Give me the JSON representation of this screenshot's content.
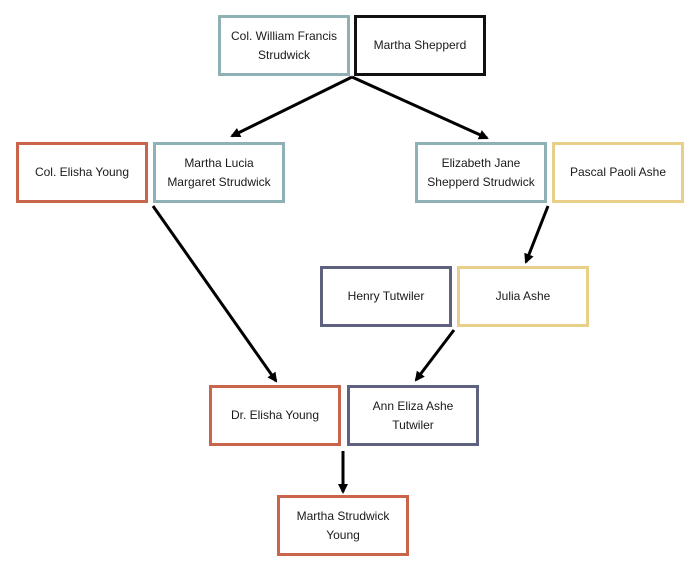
{
  "colors": {
    "teal": "#8fb1b5",
    "black": "#111111",
    "red": "#c9654b",
    "gold": "#e8d08a",
    "navy": "#5f627f",
    "arrow": "#000000"
  },
  "people": {
    "william": "Col. William Francis Strudwick",
    "martha_shepperd": "Martha Shepperd",
    "elisha_col": "Col. Elisha Young",
    "martha_lucia": "Martha Lucia Margaret Strudwick",
    "elizabeth_jane": "Elizabeth Jane Shepperd Strudwick",
    "pascal": "Pascal Paoli Ashe",
    "henry": "Henry Tutwiler",
    "julia": "Julia Ashe",
    "elisha_dr": "Dr. Elisha Young",
    "ann_eliza": "Ann Eliza Ashe Tutwiler",
    "martha_young": "Martha Strudwick Young"
  }
}
